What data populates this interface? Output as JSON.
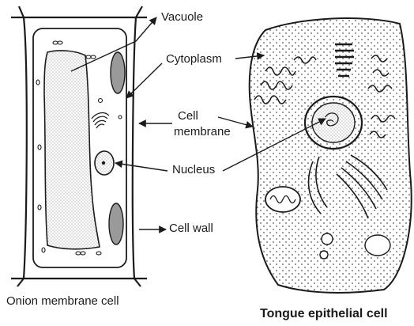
{
  "labels": {
    "vacuole": "Vacuole",
    "cytoplasm": "Cytoplasm",
    "cell_membrane_line1": "Cell",
    "cell_membrane_line2": "membrane",
    "nucleus": "Nucleus",
    "cell_wall": "Cell wall"
  },
  "captions": {
    "onion": "Onion membrane cell",
    "tongue": "Tongue epithelial cell"
  },
  "colors": {
    "ink": "#1b1b1b",
    "fill_gray": "#9a9a9a",
    "stipple": "#555555"
  }
}
